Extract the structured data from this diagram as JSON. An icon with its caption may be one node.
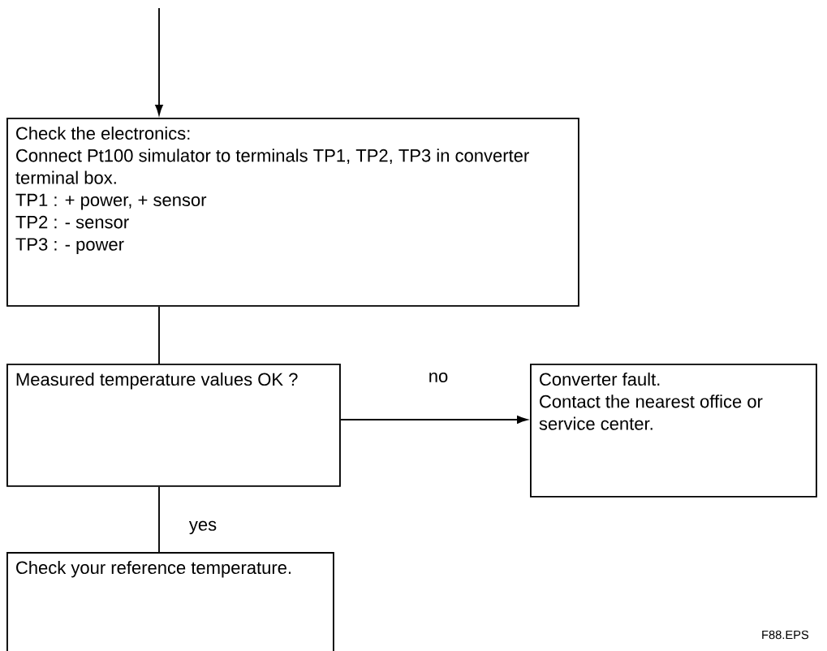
{
  "diagram": {
    "nodes": [
      {
        "text": [
          "Check the electronics:",
          "Connect Pt100 simulator to terminals TP1, TP2, TP3 in converter terminal box.",
          "TP1 : + power, + sensor",
          "TP2 : - sensor",
          "TP3 : - power"
        ]
      },
      {
        "text": [
          "Measured temperature values OK ?"
        ]
      },
      {
        "text": [
          "Converter fault.",
          "Contact the nearest office or service center."
        ]
      },
      {
        "text": [
          "Check your reference temperature."
        ]
      }
    ],
    "edges": [
      {
        "from": null,
        "to": 0,
        "arrow": "to"
      },
      {
        "from": 0,
        "to": 1,
        "arrow": "none"
      },
      {
        "from": 1,
        "to": 2,
        "arrow": "to",
        "label": "no"
      },
      {
        "from": 1,
        "to": 3,
        "arrow": "none",
        "label": "yes"
      }
    ],
    "labels": [
      "F88.EPS"
    ]
  }
}
